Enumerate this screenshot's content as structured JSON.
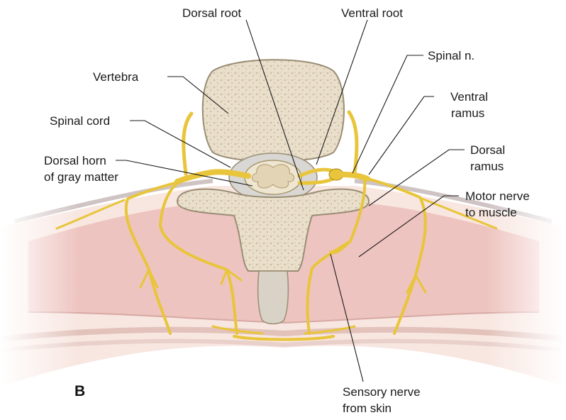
{
  "panel_letter": "B",
  "labels": {
    "dorsal_root": "Dorsal root",
    "ventral_root": "Ventral root",
    "spinal_n": "Spinal n.",
    "vertebra": "Vertebra",
    "ventral_ramus_1": "Ventral",
    "ventral_ramus_2": "ramus",
    "spinal_cord": "Spinal cord",
    "dorsal_ramus_1": "Dorsal",
    "dorsal_ramus_2": "ramus",
    "dorsal_horn_1": "Dorsal horn",
    "dorsal_horn_2": "of gray matter",
    "motor_nerve_1": "Motor nerve",
    "motor_nerve_2": "to muscle",
    "sensory_nerve_1": "Sensory nerve",
    "sensory_nerve_2": "from skin"
  },
  "colors": {
    "nerve": "#e8c53a",
    "nerve_outline": "#a8861a",
    "bone": "#e6dcc8",
    "muscle": "#f0c9c4",
    "skin": "#f7e3dd",
    "cord": "#efe6d2"
  }
}
